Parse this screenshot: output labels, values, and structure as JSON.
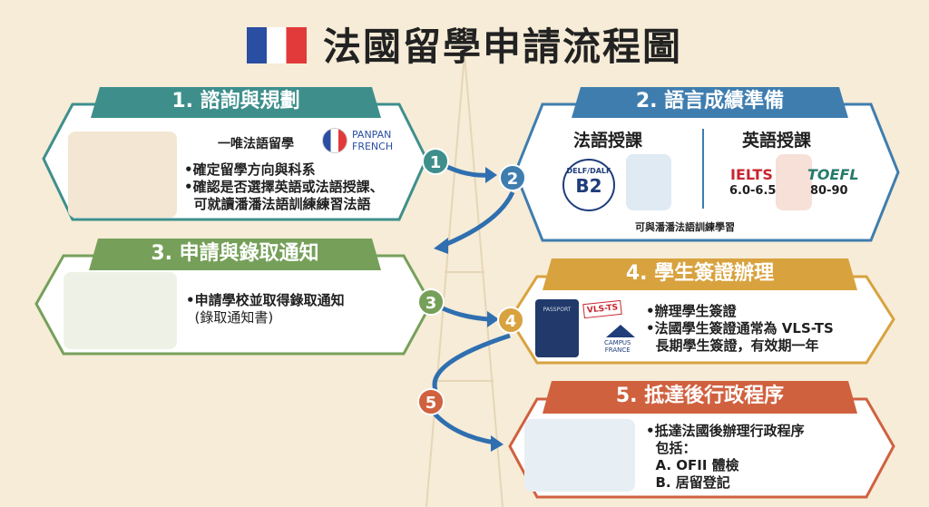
{
  "title": "法國留學申請流程圖",
  "colors": {
    "background": "#f6ecd7",
    "step1": "#3e8f8c",
    "step2": "#3f7daf",
    "step3": "#76a05a",
    "step4": "#d8a23e",
    "step5": "#d0613f",
    "arrow": "#2f6fb0"
  },
  "steps": [
    {
      "number": "1",
      "header": "1. 諮詢與規劃",
      "brand_tagline": "一唯法語留學",
      "brand_name_1": "PANPAN",
      "brand_name_2": "FRENCH",
      "bullets": [
        "•確定留學方向與科系",
        "•確認是否選擇英語或法語授課、",
        "  可就讀潘潘法語訓練練習法語"
      ]
    },
    {
      "number": "2",
      "header": "2. 語言成績準備",
      "french_label": "法語授課",
      "delf": "DELF/DALF",
      "b2": "B2",
      "english_label": "英語授課",
      "ielts": "IELTS",
      "ielts_score": "6.0-6.5",
      "toefl": "TOEFL",
      "toefl_score": "80-90",
      "footer": "可與潘潘法語訓練學習"
    },
    {
      "number": "3",
      "header": "3. 申請與錄取通知",
      "bullets": [
        "•申請學校並取得錄取通知",
        "  (錄取通知書)"
      ]
    },
    {
      "number": "4",
      "header": "4. 學生簽證辦理",
      "passport": "PASSPORT",
      "vls": "VLS-TS",
      "campus_1": "CAMPUS",
      "campus_2": "FRANCE",
      "bullets": [
        "•辦理學生簽證",
        "•法國學生簽證通常為 VLS-TS",
        "  長期學生簽證，有效期一年"
      ]
    },
    {
      "number": "5",
      "header": "5. 抵達後行政程序",
      "bullets": [
        "•抵達法國後辦理行政程序",
        "  包括：",
        "  A. OFII 體檢",
        "  B. 居留登記"
      ]
    }
  ]
}
